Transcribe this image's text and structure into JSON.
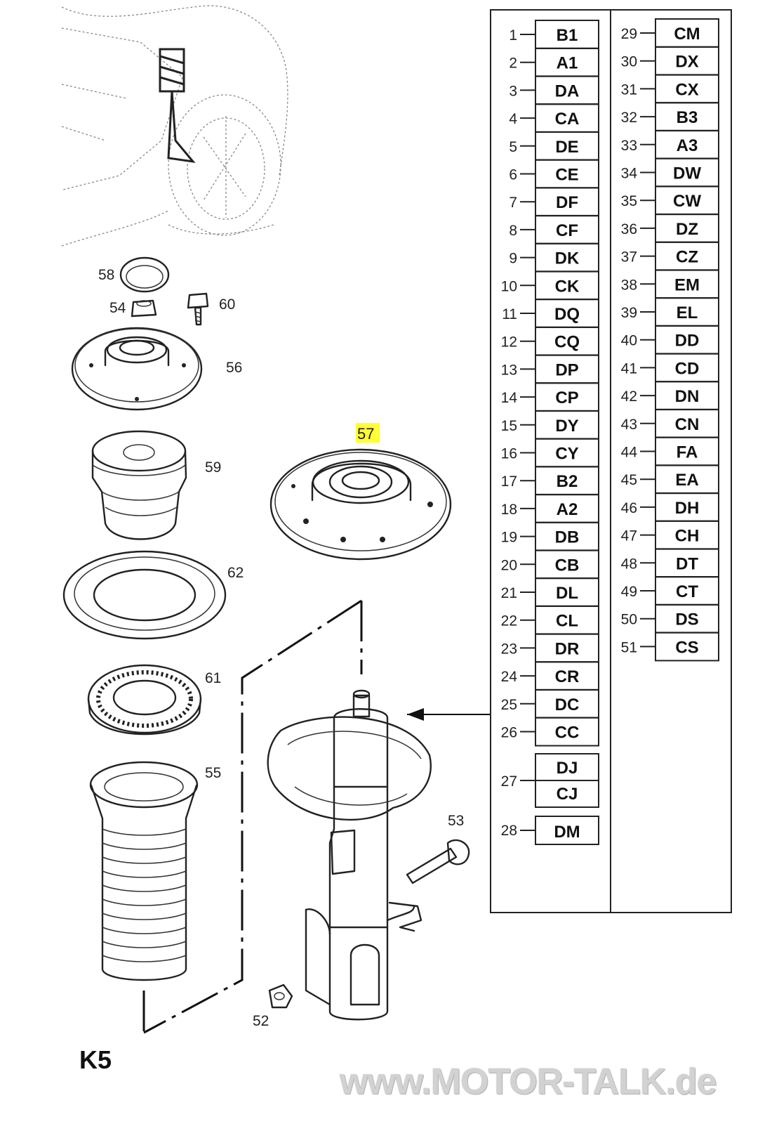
{
  "diagram": {
    "section_label": "K5",
    "watermark_text": "www.MOTOR-TALK.de",
    "highlight_color": "#ffff33",
    "highlighted_part": "57",
    "part_labels": [
      {
        "id": "58",
        "text": "58"
      },
      {
        "id": "54",
        "text": "54"
      },
      {
        "id": "60",
        "text": "60"
      },
      {
        "id": "56",
        "text": "56"
      },
      {
        "id": "59",
        "text": "59"
      },
      {
        "id": "57",
        "text": "57"
      },
      {
        "id": "62",
        "text": "62"
      },
      {
        "id": "61",
        "text": "61"
      },
      {
        "id": "55",
        "text": "55"
      },
      {
        "id": "53",
        "text": "53"
      },
      {
        "id": "52",
        "text": "52"
      }
    ],
    "code_table": {
      "left_column": [
        {
          "num": "1",
          "code": "B1"
        },
        {
          "num": "2",
          "code": "A1"
        },
        {
          "num": "3",
          "code": "DA"
        },
        {
          "num": "4",
          "code": "CA"
        },
        {
          "num": "5",
          "code": "DE"
        },
        {
          "num": "6",
          "code": "CE"
        },
        {
          "num": "7",
          "code": "DF"
        },
        {
          "num": "8",
          "code": "CF"
        },
        {
          "num": "9",
          "code": "DK"
        },
        {
          "num": "10",
          "code": "CK"
        },
        {
          "num": "11",
          "code": "DQ"
        },
        {
          "num": "12",
          "code": "CQ"
        },
        {
          "num": "13",
          "code": "DP"
        },
        {
          "num": "14",
          "code": "CP"
        },
        {
          "num": "15",
          "code": "DY"
        },
        {
          "num": "16",
          "code": "CY"
        },
        {
          "num": "17",
          "code": "B2"
        },
        {
          "num": "18",
          "code": "A2"
        },
        {
          "num": "19",
          "code": "DB"
        },
        {
          "num": "20",
          "code": "CB"
        },
        {
          "num": "21",
          "code": "DL"
        },
        {
          "num": "22",
          "code": "CL"
        },
        {
          "num": "23",
          "code": "DR"
        },
        {
          "num": "24",
          "code": "CR"
        },
        {
          "num": "25",
          "code": "DC"
        },
        {
          "num": "26",
          "code": "CC"
        }
      ],
      "entry_27": {
        "num": "27",
        "codes": [
          "DJ",
          "CJ"
        ]
      },
      "entry_28": {
        "num": "28",
        "code": "DM"
      },
      "right_column": [
        {
          "num": "29",
          "code": "CM"
        },
        {
          "num": "30",
          "code": "DX"
        },
        {
          "num": "31",
          "code": "CX"
        },
        {
          "num": "32",
          "code": "B3"
        },
        {
          "num": "33",
          "code": "A3"
        },
        {
          "num": "34",
          "code": "DW"
        },
        {
          "num": "35",
          "code": "CW"
        },
        {
          "num": "36",
          "code": "DZ"
        },
        {
          "num": "37",
          "code": "CZ"
        },
        {
          "num": "38",
          "code": "EM"
        },
        {
          "num": "39",
          "code": "EL"
        },
        {
          "num": "40",
          "code": "DD"
        },
        {
          "num": "41",
          "code": "CD"
        },
        {
          "num": "42",
          "code": "DN"
        },
        {
          "num": "43",
          "code": "CN"
        },
        {
          "num": "44",
          "code": "FA"
        },
        {
          "num": "45",
          "code": "EA"
        },
        {
          "num": "46",
          "code": "DH"
        },
        {
          "num": "47",
          "code": "CH"
        },
        {
          "num": "48",
          "code": "DT"
        },
        {
          "num": "49",
          "code": "CT"
        },
        {
          "num": "50",
          "code": "DS"
        },
        {
          "num": "51",
          "code": "CS"
        }
      ]
    }
  }
}
